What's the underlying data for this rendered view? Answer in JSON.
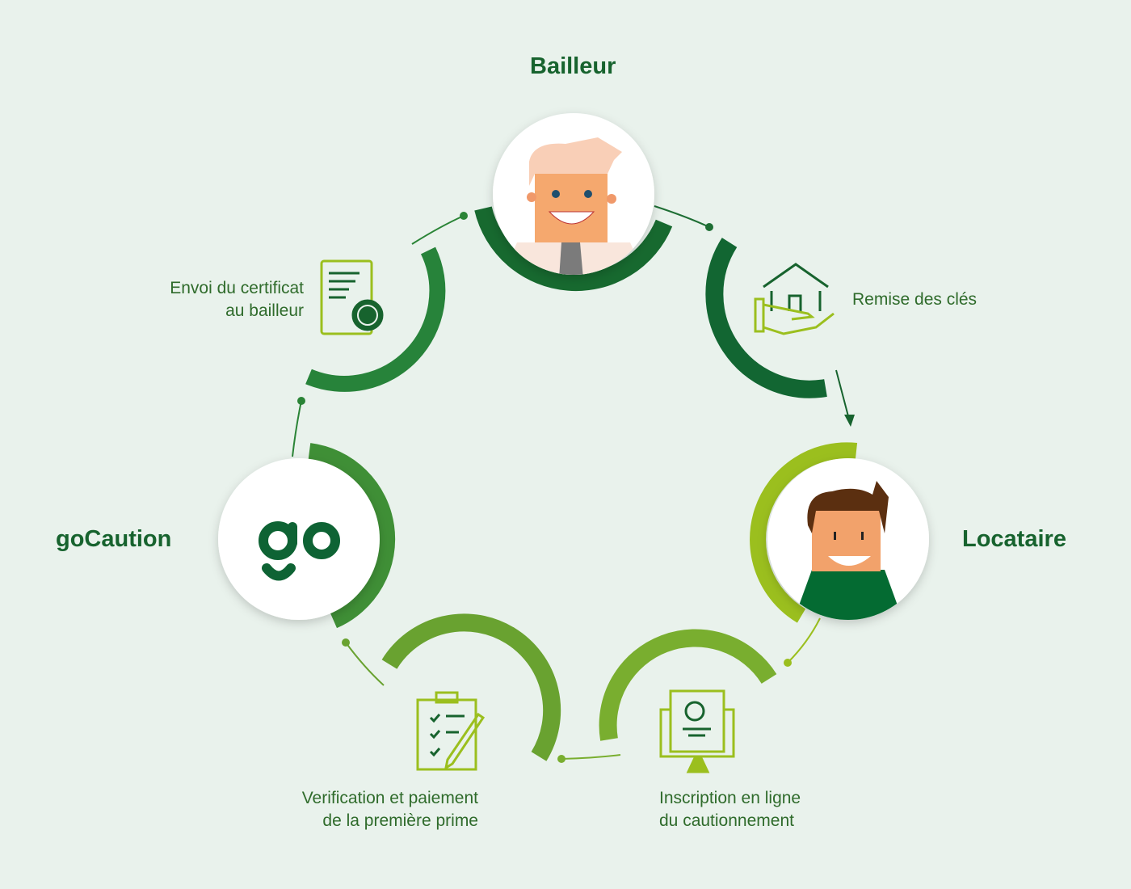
{
  "actors": {
    "bailleur": "Bailleur",
    "locataire": "Locataire",
    "gocaution": "goCaution"
  },
  "logo_text": "go",
  "steps": [
    {
      "line1": "Remise des clés",
      "line2": "",
      "icon": "house-in-hand-icon"
    },
    {
      "line1": "Inscription en ligne",
      "line2": "du cautionnement",
      "icon": "monitor-profile-icon"
    },
    {
      "line1": "Verification et paiement",
      "line2": "de la première prime",
      "icon": "clipboard-checklist-icon"
    },
    {
      "line1": "Envoi du certificat",
      "line2": "au bailleur",
      "icon": "certificate-icon"
    }
  ],
  "colors": {
    "background": "#e9f2ec",
    "dark_green": "#15662f",
    "mid_green": "#3f8f36",
    "light_green": "#9bbf1e"
  }
}
